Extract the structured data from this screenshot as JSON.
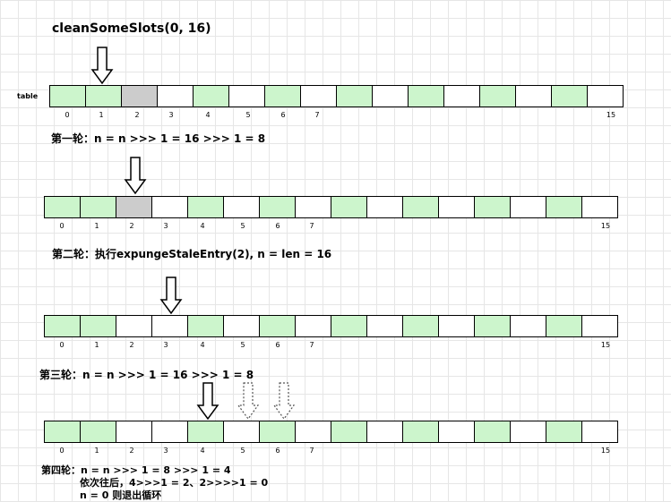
{
  "title": "cleanSomeSlots(0, 16)",
  "table_label": "table",
  "index_labels": [
    "0",
    "1",
    "2",
    "3",
    "4",
    "5",
    "6",
    "7",
    "15"
  ],
  "rounds": [
    {
      "label": "第一轮：n = n >>> 1 = 16 >>>  1 = 8"
    },
    {
      "label": "第二轮：执行expungeStaleEntry(2), n = len = 16"
    },
    {
      "label": "第三轮：n = n >>> 1 = 16 >>> 1  = 8"
    },
    {
      "label": "第四轮：n = n >>> 1 = 8 >>> 1 = 4",
      "notes": [
        "依次往后，4>>>1 = 2、2>>>>1 = 0",
        "n = 0 则退出循环"
      ]
    }
  ],
  "colors": {
    "green": "#ccf5cc",
    "gray": "#cccccc",
    "white": "#ffffff"
  }
}
